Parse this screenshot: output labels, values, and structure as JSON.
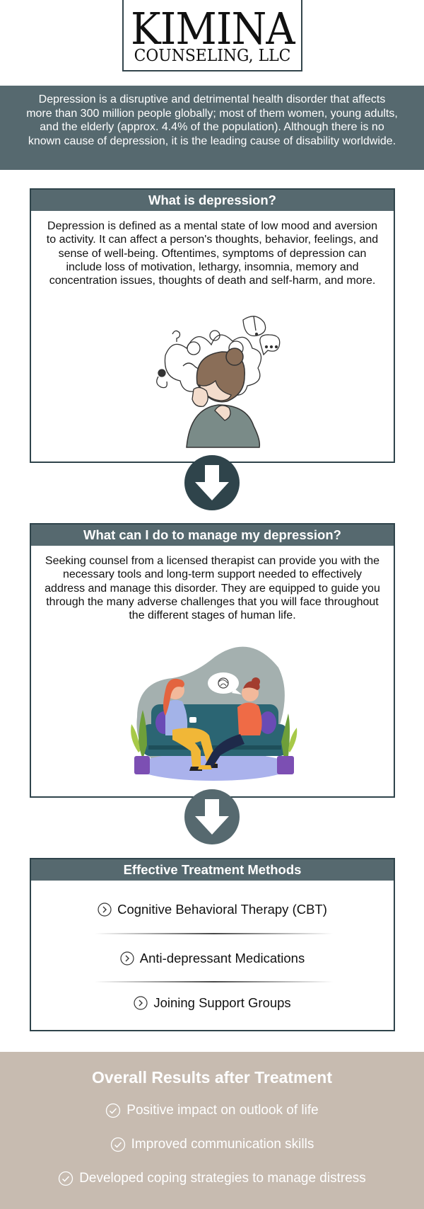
{
  "logo": {
    "main": "KIMINA",
    "sub": "COUNSELING, LLC"
  },
  "intro": {
    "text": "Depression is a disruptive and detrimental health disorder that affects more than 300 million people globally; most of them women, young adults, and the elderly (approx. 4.4% of the population). Although there is no known cause of depression, it is the leading cause of disability worldwide."
  },
  "section1": {
    "heading": "What is depression?",
    "body": "Depression is defined as a mental state of low mood and aversion to activity. It can affect a person's thoughts, behavior, feelings, and sense of well-being. Oftentimes, symptoms of depression can include loss of motivation, lethargy, insomnia, memory and concentration issues, thoughts of death and self-harm, and more."
  },
  "section2": {
    "heading": "What can I do to manage my depression?",
    "body": "Seeking counsel from a licensed therapist can provide you with the necessary tools and long-term support needed to effectively address and manage this disorder. They are equipped to guide you through the many adverse challenges that you will face throughout the different stages of human life."
  },
  "section3": {
    "heading": "Effective Treatment Methods",
    "items": [
      "Cognitive Behavioral Therapy (CBT)",
      "Anti-depressant Medications",
      "Joining Support Groups"
    ]
  },
  "results": {
    "title": "Overall Results after Treatment",
    "items": [
      "Positive impact on outlook of life",
      "Improved communication skills",
      "Developed coping strategies to manage distress"
    ]
  },
  "colors": {
    "slate": "#56696f",
    "dark_teal": "#2f444b",
    "taupe": "#c7bbb0"
  },
  "icons": {
    "arrow": "down-arrow-icon",
    "treatment_bullet": "chevron-circle-icon",
    "result_bullet": "check-circle-icon"
  }
}
